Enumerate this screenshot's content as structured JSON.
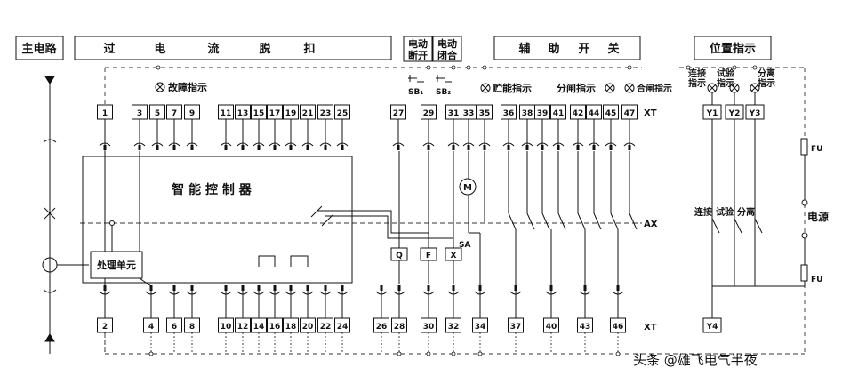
{
  "headers": {
    "main_circuit": "主电路",
    "overcurrent_release": [
      "过",
      "电",
      "流",
      "脱",
      "扣"
    ],
    "motor_open": [
      "电动",
      "断开"
    ],
    "motor_close": [
      "电动",
      "闭合"
    ],
    "aux_switch": [
      "辅",
      "助",
      "开",
      "关"
    ],
    "position_indication": "位置指示"
  },
  "labels": {
    "fault_indication": "故障指示",
    "energy_indication": "贮能指示",
    "open_indication": "分闸指示",
    "close_indication": "合闸指示",
    "connect_indication": [
      "连接",
      "指示"
    ],
    "test_indication": [
      "试验",
      "指示"
    ],
    "separate_indication": [
      "分离",
      "指示"
    ],
    "smart_controller": "智 能 控 制 器",
    "processing_unit": "处理单元",
    "connect": "连接",
    "test": "试验",
    "separate": "分离",
    "power_source": "电源",
    "fu_top": "FU",
    "fu_bottom": "FU",
    "sb1": "SB₁",
    "sb2": "SB₂",
    "sa": "SA",
    "ax": "AX",
    "xt_top": "XT",
    "xt_bottom": "XT",
    "motor": "M"
  },
  "terminals_top": [
    "1",
    "3",
    "5",
    "7",
    "9",
    "11",
    "13",
    "15",
    "17",
    "19",
    "21",
    "23",
    "25",
    "27",
    "29",
    "31",
    "33",
    "35",
    "36",
    "38",
    "39",
    "41",
    "42",
    "44",
    "45",
    "47",
    "Y1",
    "Y2",
    "Y3"
  ],
  "terminals_bottom": [
    "2",
    "4",
    "6",
    "8",
    "10",
    "12",
    "14",
    "16",
    "18",
    "20",
    "22",
    "24",
    "26",
    "28",
    "30",
    "32",
    "34",
    "37",
    "40",
    "43",
    "46",
    "Y4"
  ],
  "coils": [
    "Q",
    "F",
    "X"
  ],
  "watermark": "头条 @雄飞电气半夜"
}
